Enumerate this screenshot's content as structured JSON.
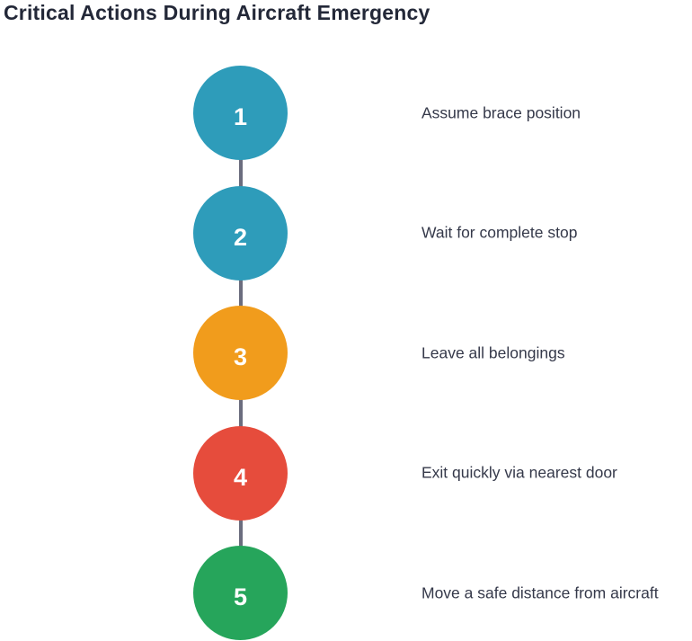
{
  "title": "Critical Actions During Aircraft Emergency",
  "colors": {
    "background": "#ffffff",
    "title_text": "#232838",
    "label_text": "#35394a",
    "number_text": "#ffffff",
    "connector": "#6b6d7e",
    "teal": "#2e9cba",
    "orange": "#f19c1c",
    "red": "#e64c3c",
    "green": "#26a55b"
  },
  "steps": [
    {
      "number": "1",
      "label": "Assume brace position",
      "color_key": "teal"
    },
    {
      "number": "2",
      "label": "Wait for complete stop",
      "color_key": "teal"
    },
    {
      "number": "3",
      "label": "Leave all belongings",
      "color_key": "orange"
    },
    {
      "number": "4",
      "label": "Exit quickly via nearest door",
      "color_key": "red"
    },
    {
      "number": "5",
      "label": "Move a safe distance from aircraft",
      "color_key": "green"
    }
  ]
}
